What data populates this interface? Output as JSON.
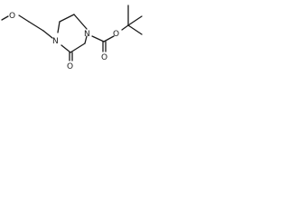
{
  "molecule": {
    "atoms": {
      "methoxy_oxygen": "O",
      "ring_nitrogen_left": "N",
      "ring_nitrogen_right": "N",
      "lactam_oxygen": "O",
      "ester_carbonyl_oxygen": "O",
      "ester_oxygen": "O"
    }
  },
  "colors": {
    "bond": "#1a1a1a",
    "background": "#ffffff"
  }
}
